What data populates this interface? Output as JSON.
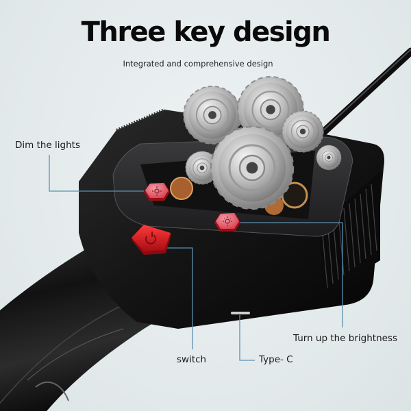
{
  "header": {
    "title": "Three key design",
    "subtitle": "Integrated and comprehensive design"
  },
  "callouts": [
    {
      "id": "dim",
      "label": "Dim the lights",
      "icon": "sun-dim-icon"
    },
    {
      "id": "bright",
      "label": "Turn up the brightness",
      "icon": "sun-bright-icon"
    },
    {
      "id": "switch",
      "label": "switch",
      "icon": "power-icon"
    },
    {
      "id": "typec",
      "label": "Type- C",
      "icon": "usb-port-icon"
    }
  ],
  "colors": {
    "background": "#e6eced",
    "device_body": "#151515",
    "button_red": "#d61a22",
    "callout_line": "#5b8fb0",
    "text": "#1a1a1a"
  }
}
